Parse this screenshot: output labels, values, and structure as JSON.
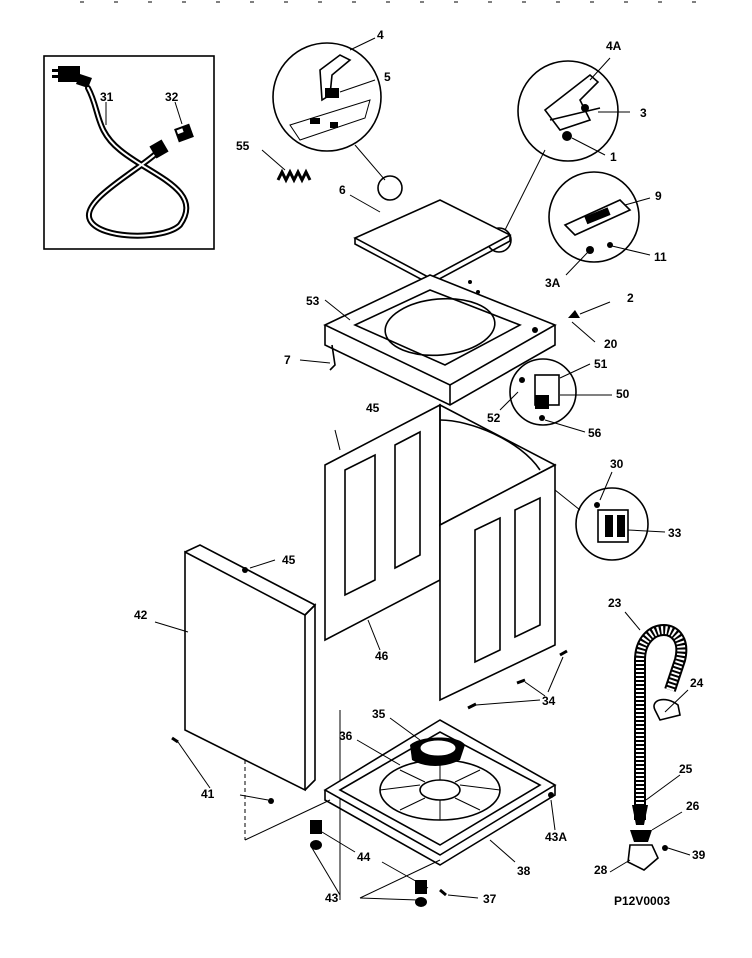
{
  "diagram": {
    "code": "P12V0003",
    "callouts": [
      {
        "id": "c4",
        "text": "4"
      },
      {
        "id": "c5",
        "text": "5"
      },
      {
        "id": "c4A",
        "text": "4A"
      },
      {
        "id": "c3",
        "text": "3"
      },
      {
        "id": "c1",
        "text": "1"
      },
      {
        "id": "c31",
        "text": "31"
      },
      {
        "id": "c32",
        "text": "32"
      },
      {
        "id": "c55",
        "text": "55"
      },
      {
        "id": "c6",
        "text": "6"
      },
      {
        "id": "c9",
        "text": "9"
      },
      {
        "id": "c11",
        "text": "11"
      },
      {
        "id": "c3A",
        "text": "3A"
      },
      {
        "id": "c2",
        "text": "2"
      },
      {
        "id": "c53",
        "text": "53"
      },
      {
        "id": "c20",
        "text": "20"
      },
      {
        "id": "c7",
        "text": "7"
      },
      {
        "id": "c51",
        "text": "51"
      },
      {
        "id": "c50",
        "text": "50"
      },
      {
        "id": "c52",
        "text": "52"
      },
      {
        "id": "c56",
        "text": "56"
      },
      {
        "id": "c45a",
        "text": "45"
      },
      {
        "id": "c30",
        "text": "30"
      },
      {
        "id": "c33",
        "text": "33"
      },
      {
        "id": "c45b",
        "text": "45"
      },
      {
        "id": "c42",
        "text": "42"
      },
      {
        "id": "c46",
        "text": "46"
      },
      {
        "id": "c23",
        "text": "23"
      },
      {
        "id": "c24",
        "text": "24"
      },
      {
        "id": "c34",
        "text": "34"
      },
      {
        "id": "c35",
        "text": "35"
      },
      {
        "id": "c36",
        "text": "36"
      },
      {
        "id": "c25",
        "text": "25"
      },
      {
        "id": "c41",
        "text": "41"
      },
      {
        "id": "c26",
        "text": "26"
      },
      {
        "id": "c43A",
        "text": "43A"
      },
      {
        "id": "c44",
        "text": "44"
      },
      {
        "id": "c38",
        "text": "38"
      },
      {
        "id": "c28",
        "text": "28"
      },
      {
        "id": "c39",
        "text": "39"
      },
      {
        "id": "c43",
        "text": "43"
      },
      {
        "id": "c37",
        "text": "37"
      }
    ]
  }
}
